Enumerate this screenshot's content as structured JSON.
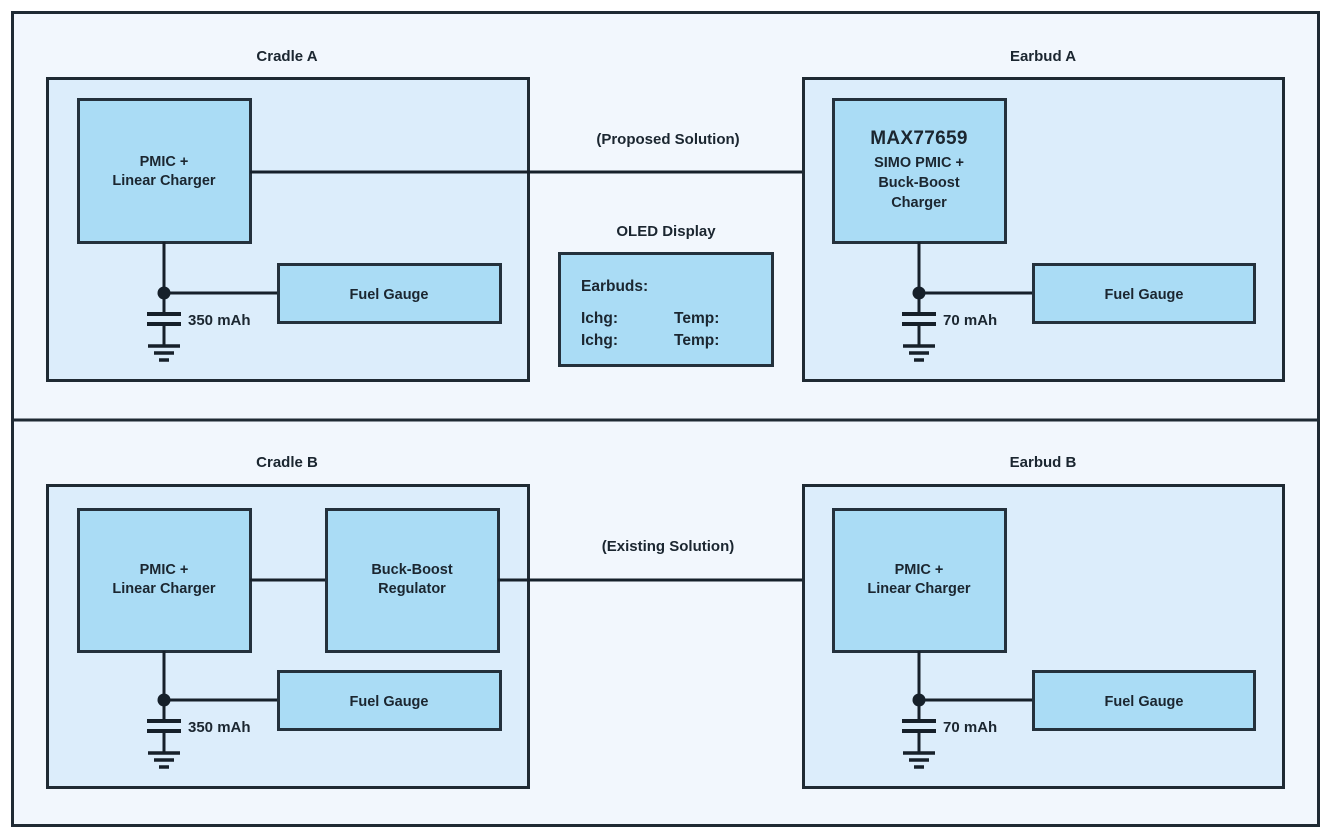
{
  "figure": {
    "type": "block-diagram",
    "title": "Wireless earbud charging system block diagram",
    "colors": {
      "page_background": "#ffffff",
      "outer_frame_fill": "#f2f7fd",
      "panel_fill": "#dcedfb",
      "block_fill": "#aadcf5",
      "stroke": "#1f2a33",
      "text": "#1b2630"
    }
  },
  "top_row": {
    "left_panel": {
      "title": "Cradle A",
      "blocks": {
        "pmic": {
          "line1": "PMIC +",
          "line2": "Linear Charger"
        },
        "fuel_gauge": {
          "label": "Fuel Gauge"
        }
      },
      "battery": {
        "capacity": "350 mAh"
      }
    },
    "connection": {
      "label": "(Proposed Solution)",
      "direction": "left-to-right"
    },
    "oled": {
      "title": "OLED Display",
      "lines": {
        "header": "Earbuds:",
        "row1_left": "Ichg:",
        "row1_right": "Temp:",
        "row2_left": "Ichg:",
        "row2_right": "Temp:"
      }
    },
    "right_panel": {
      "title": "Earbud A",
      "blocks": {
        "simo": {
          "part_number": "MAX77659",
          "line1": "SIMO PMIC +",
          "line2": "Buck-Boost",
          "line3": "Charger"
        },
        "fuel_gauge": {
          "label": "Fuel Gauge"
        }
      },
      "battery": {
        "capacity": "70 mAh"
      }
    }
  },
  "bottom_row": {
    "left_panel": {
      "title": "Cradle B",
      "blocks": {
        "pmic": {
          "line1": "PMIC +",
          "line2": "Linear Charger"
        },
        "regulator": {
          "line1": "Buck-Boost",
          "line2": "Regulator"
        },
        "fuel_gauge": {
          "label": "Fuel Gauge"
        }
      },
      "battery": {
        "capacity": "350 mAh"
      }
    },
    "connection": {
      "label": "(Existing Solution)",
      "direction": "left-to-right"
    },
    "right_panel": {
      "title": "Earbud B",
      "blocks": {
        "pmic": {
          "line1": "PMIC +",
          "line2": "Linear Charger"
        },
        "fuel_gauge": {
          "label": "Fuel Gauge"
        }
      },
      "battery": {
        "capacity": "70 mAh"
      }
    }
  }
}
